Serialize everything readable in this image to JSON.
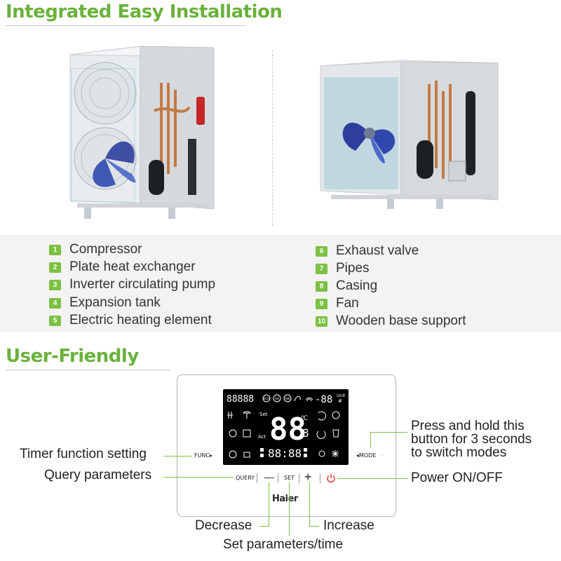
{
  "sections": {
    "installation_title": "Integrated Easy Installation",
    "user_friendly_title": "User-Friendly"
  },
  "components": [
    {
      "num": "1",
      "label": "Compressor"
    },
    {
      "num": "2",
      "label": "Plate heat exchanger"
    },
    {
      "num": "3",
      "label": "Inverter circulating pump"
    },
    {
      "num": "4",
      "label": "Expansion tank"
    },
    {
      "num": "5",
      "label": "Electric heating element"
    },
    {
      "num": "6",
      "label": "Exhaust valve"
    },
    {
      "num": "7",
      "label": "Pipes"
    },
    {
      "num": "8",
      "label": "Casing"
    },
    {
      "num": "9",
      "label": "Fan"
    },
    {
      "num": "10",
      "label": "Wooden base support"
    }
  ],
  "controller": {
    "brand": "Haier",
    "buttons": {
      "func": "FUNC▸",
      "mode": "◂MODE",
      "query": "QUERY",
      "minus": "—",
      "set": "SET",
      "plus": "+"
    },
    "lcd": {
      "top_digits": "88888",
      "top_right_digits": "-88",
      "unit_label": "Unit",
      "unit_hash": "#",
      "set_label": "Set",
      "act_label": "Act",
      "big_digits": "88",
      "small_digit": "8",
      "celsius": "℃",
      "time_digits": "88:88",
      "round_icons": [
        "ECO",
        "SH",
        "HW"
      ]
    },
    "callouts": {
      "timer": "Timer function setting",
      "query": "Query parameters",
      "mode_line1": "Press and hold  this",
      "mode_line2": "button for 3 seconds",
      "mode_line3": "to switch modes",
      "power": "Power ON/OFF",
      "decrease": "Decrease",
      "increase": "Increase",
      "set": "Set parameters/time"
    }
  },
  "colors": {
    "accent_green": "#6ab23c",
    "badge_green": "#7cc142",
    "power_red": "#e0302c",
    "lcd_black": "#000000"
  }
}
